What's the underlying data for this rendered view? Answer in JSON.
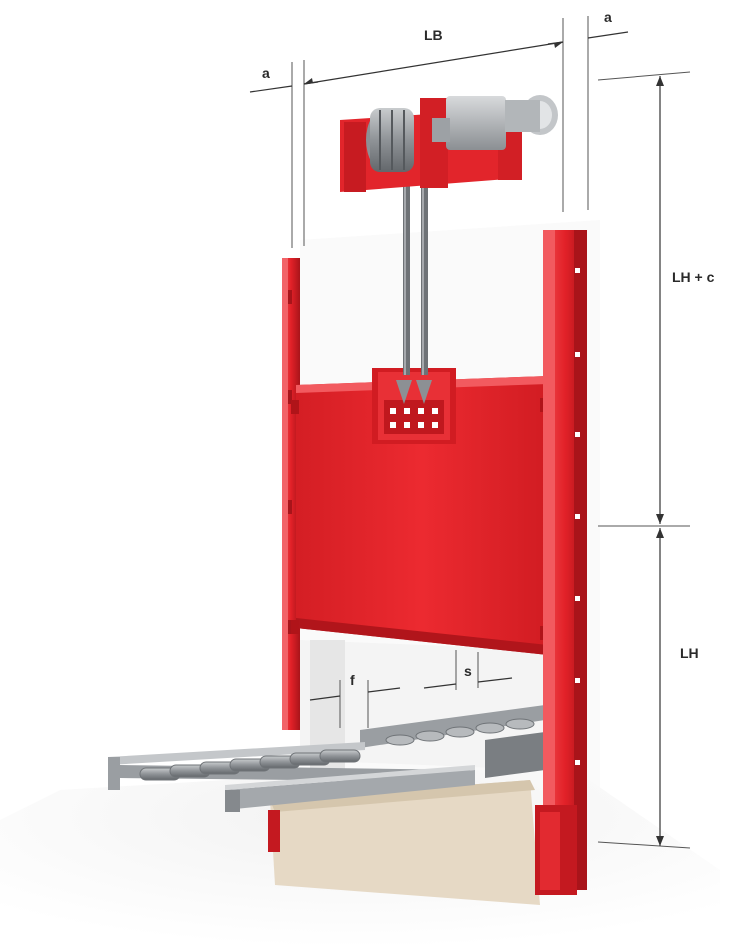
{
  "dimensions": {
    "lb": "LB",
    "a_left": "a",
    "a_right": "a",
    "lh_plus_c": "LH + c",
    "lh": "LH",
    "f": "f",
    "s": "s"
  },
  "colors": {
    "gate_red": "#e8252b",
    "gate_red_dark": "#b3161c",
    "gate_red_light": "#f0474c",
    "steel_gray": "#8e9296",
    "steel_dark": "#5f6367",
    "concrete": "#e8dccb",
    "wall_shadow": "#ececec"
  }
}
